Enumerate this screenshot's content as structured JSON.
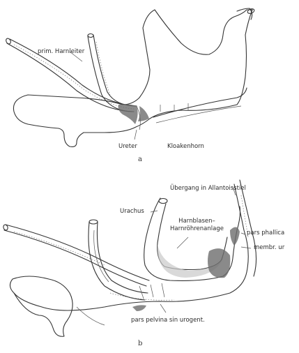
{
  "figure_a": {
    "letter": "a",
    "labels": {
      "prim_harnleiter": "prim. Harnleiter",
      "ureter": "Ureter",
      "kloakenhorn": "Kloakenhorn"
    }
  },
  "figure_b": {
    "letter": "b",
    "labels": {
      "uebergang": "Übergang in Allantoisstiel",
      "urachus": "Urachus",
      "harnblasen_line1": "Harnblasen–",
      "harnblasen_line2": "Harnröhrenanlage",
      "pars_phallica": "pars phallica",
      "membr_ur": "membr. ur",
      "pars_pelvina": "pars pelvina sin urogent."
    }
  }
}
